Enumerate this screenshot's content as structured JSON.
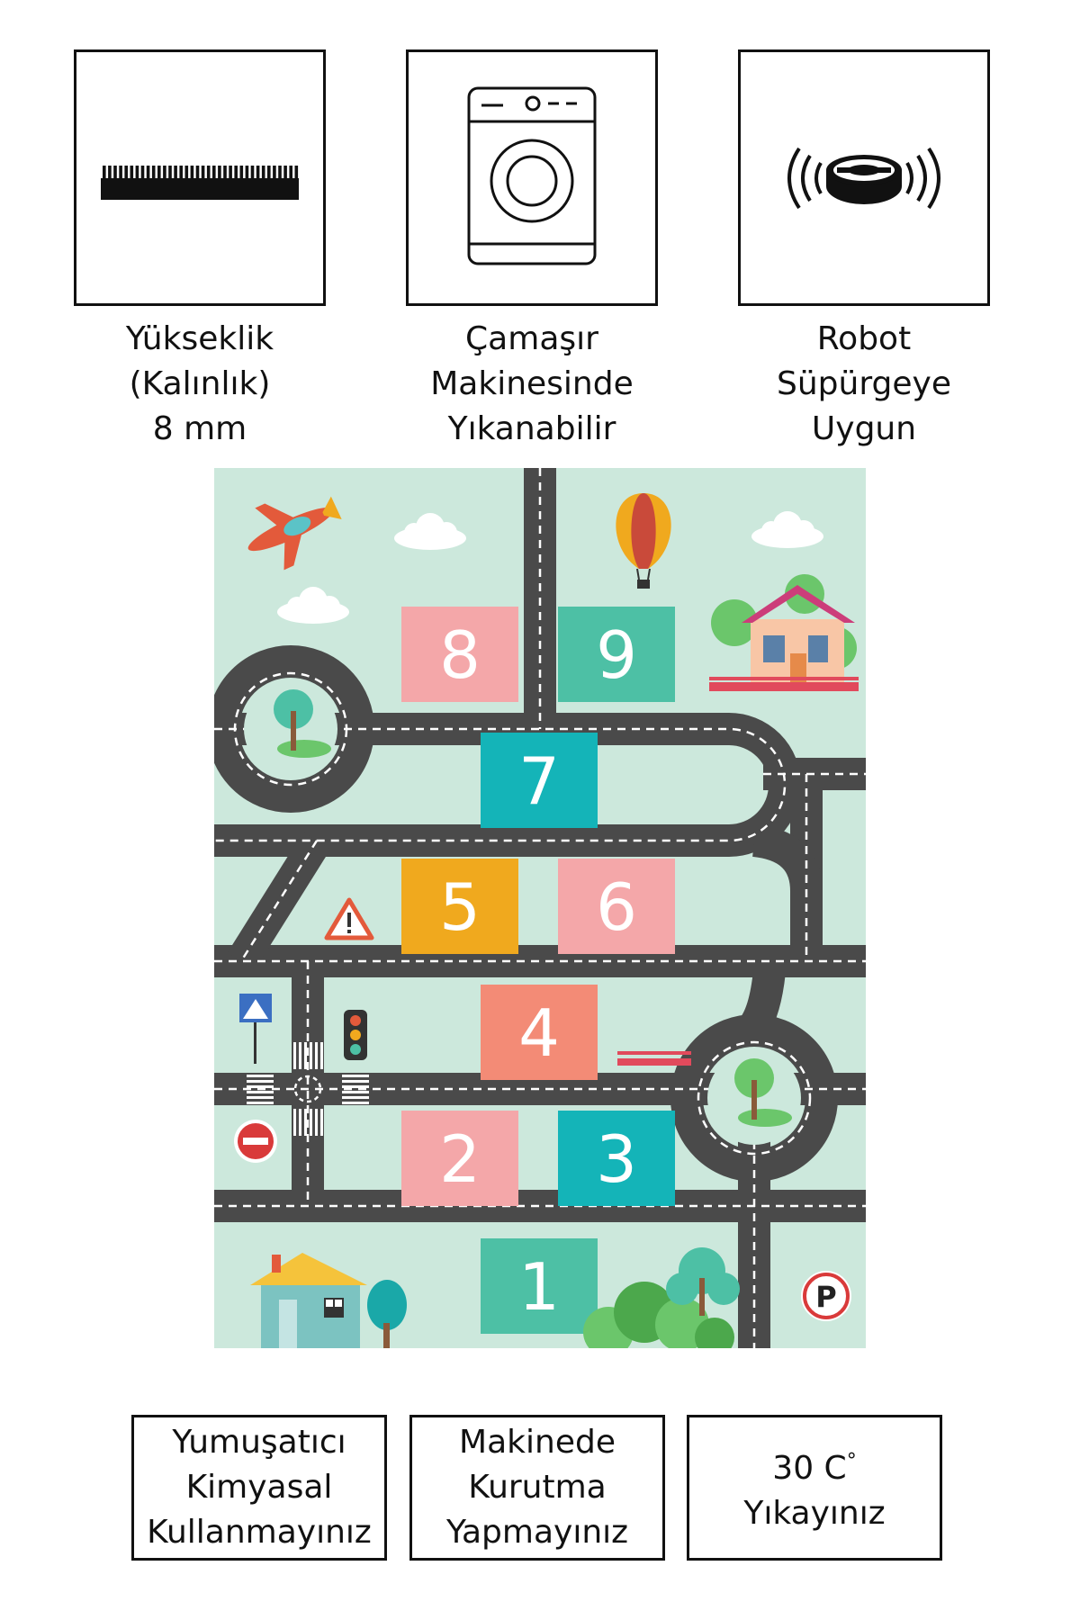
{
  "features": [
    {
      "icon": "carpet-pile-icon",
      "lines": [
        "Yükseklik",
        "(Kalınlık)",
        "8 mm"
      ]
    },
    {
      "icon": "washing-machine-icon",
      "lines": [
        "Çamaşır",
        "Makinesinde",
        "Yıkanabilir"
      ]
    },
    {
      "icon": "robot-vacuum-icon",
      "lines": [
        "Robot",
        "Süpürgeye",
        "Uygun"
      ]
    }
  ],
  "rug": {
    "colors": {
      "background": "#cce8dc",
      "road": "#4a4a4a",
      "pink": "#f4a7a9",
      "teal": "#4dc0a5",
      "cyan": "#14b4b8",
      "yellow": "#f0a91e",
      "salmon": "#f38b76",
      "green": "#4dc0a5"
    },
    "squares": [
      {
        "number": "8",
        "color": "#f4a7a9"
      },
      {
        "number": "9",
        "color": "#4dc0a5"
      },
      {
        "number": "7",
        "color": "#14b4b8"
      },
      {
        "number": "5",
        "color": "#f0a91e"
      },
      {
        "number": "6",
        "color": "#f4a7a9"
      },
      {
        "number": "4",
        "color": "#f38b76"
      },
      {
        "number": "2",
        "color": "#f4a7a9"
      },
      {
        "number": "3",
        "color": "#14b4b8"
      },
      {
        "number": "1",
        "color": "#4dc0a5"
      }
    ],
    "parking_letter": "P"
  },
  "care": [
    {
      "lines": [
        "Yumuşatıcı",
        "Kimyasal",
        "Kullanmayınız"
      ]
    },
    {
      "lines": [
        "Makinede",
        "Kurutma",
        "Yapmayınız"
      ]
    },
    {
      "temp": "30 C",
      "degree": "°",
      "lines": [
        "Yıkayınız"
      ]
    }
  ]
}
